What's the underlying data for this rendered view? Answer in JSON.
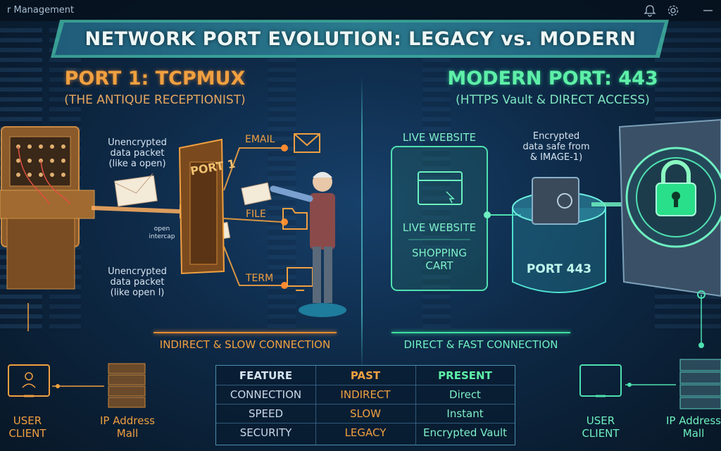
{
  "window": {
    "title": "r Management"
  },
  "banner": {
    "title": "NETWORK PORT EVOLUTION: LEGACY vs. MODERN"
  },
  "left": {
    "title": "PORT 1: TCPMUX",
    "subtitle": "(THE ANTIQUE RECEPTIONIST)",
    "packet_top": [
      "Unencrypted",
      "data packet",
      "(like a open)"
    ],
    "packet_bottom": [
      "Unencrypted",
      "data packet",
      "(like open l)"
    ],
    "intercept": [
      "open",
      "intercap"
    ],
    "door_label": "PORT 1",
    "services": [
      "EMAIL",
      "FILE",
      "TERM"
    ],
    "connection": "INDIRECT & SLOW CONNECTION",
    "client": [
      "USER",
      "CLIENT"
    ],
    "server": [
      "IP Address",
      "Mall"
    ]
  },
  "right": {
    "title": "MODERN PORT: 443",
    "subtitle": "(HTTPS Vault & DIRECT ACCESS)",
    "site_title": "LIVE WEBSITE",
    "site_inner": "LIVE WEBSITE",
    "cart": [
      "SHOPPING",
      "CART"
    ],
    "encrypted": [
      "Encrypted",
      "data safe from",
      "& IMAGE-1)"
    ],
    "port_label": "PORT 443",
    "connection": "DIRECT & FAST CONNECTION",
    "client": [
      "USER",
      "CLIENT"
    ],
    "server": [
      "IP Address",
      "Mall"
    ]
  },
  "table": {
    "headers": [
      "FEATURE",
      "PAST",
      "PRESENT"
    ],
    "rows": [
      [
        "CONNECTION",
        "INDIRECT",
        "Direct"
      ],
      [
        "SPEED",
        "SLOW",
        "Instant"
      ],
      [
        "SECURITY",
        "LEGACY",
        "Encrypted Vault"
      ]
    ]
  },
  "icons": [
    "bell-icon",
    "gear-icon",
    "menu-icon",
    "envelope-icon",
    "folder-icon",
    "terminal-icon",
    "browser-icon",
    "safe-icon",
    "padlock-icon",
    "monitor-icon",
    "server-icon"
  ],
  "colors": {
    "legacy": "#f0a040",
    "modern": "#5ef0a8",
    "background": "#0e2a48",
    "accent": "#52e0c4"
  }
}
